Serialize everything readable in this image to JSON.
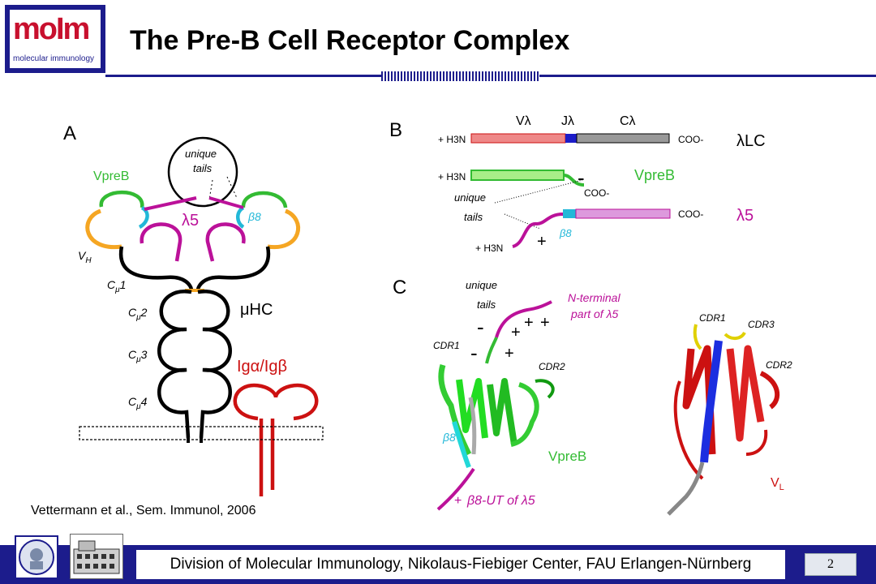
{
  "header": {
    "logo_text": "moIm",
    "logo_subtitle": "molecular immunology",
    "title": "The Pre-B Cell Receptor Complex"
  },
  "panel_a": {
    "letter": "A",
    "unique_tails_1": "unique",
    "unique_tails_2": "tails",
    "vpreb": "VpreB",
    "lambda5": "λ5",
    "beta8": "β8",
    "vh": "VH",
    "cmu1": "Cμ1",
    "cmu2": "Cμ2",
    "cmu3": "Cμ3",
    "cmu4": "Cμ4",
    "muhc": "μHC",
    "igab": "Igα/Igβ",
    "citation": "Vettermann et al., Sem. Immunol, 2006"
  },
  "panel_b": {
    "letter": "B",
    "vl": "Vλ",
    "jl": "Jλ",
    "cl": "Cλ",
    "h3n": "+ H3N",
    "coo": "COO-",
    "llc": "λLC",
    "vpreb": "VpreB",
    "lambda5": "λ5",
    "unique_tails_1": "unique",
    "unique_tails_2": "tails",
    "beta8": "β8",
    "minus": "-",
    "plus": "+"
  },
  "panel_c": {
    "letter": "C",
    "unique_tails_1": "unique",
    "unique_tails_2": "tails",
    "nterm_1": "N-terminal",
    "nterm_2": "part of λ5",
    "cdr1": "CDR1",
    "cdr2": "CDR2",
    "cdr3": "CDR3",
    "beta8": "β8",
    "vpreb": "VpreB",
    "beta8_ut": "β8-UT of λ5",
    "vl": "VL",
    "plus": "+",
    "minus": "-"
  },
  "footer": {
    "text": "Division of Molecular Immunology, Nikolaus-Fiebiger Center, FAU Erlangen-Nürnberg",
    "page": "2"
  },
  "colors": {
    "navy": "#1c1c8c",
    "green": "#33bb33",
    "magenta": "#bb1199",
    "orange": "#f5a623",
    "cyan": "#22b8d8",
    "red": "#cc1111"
  }
}
